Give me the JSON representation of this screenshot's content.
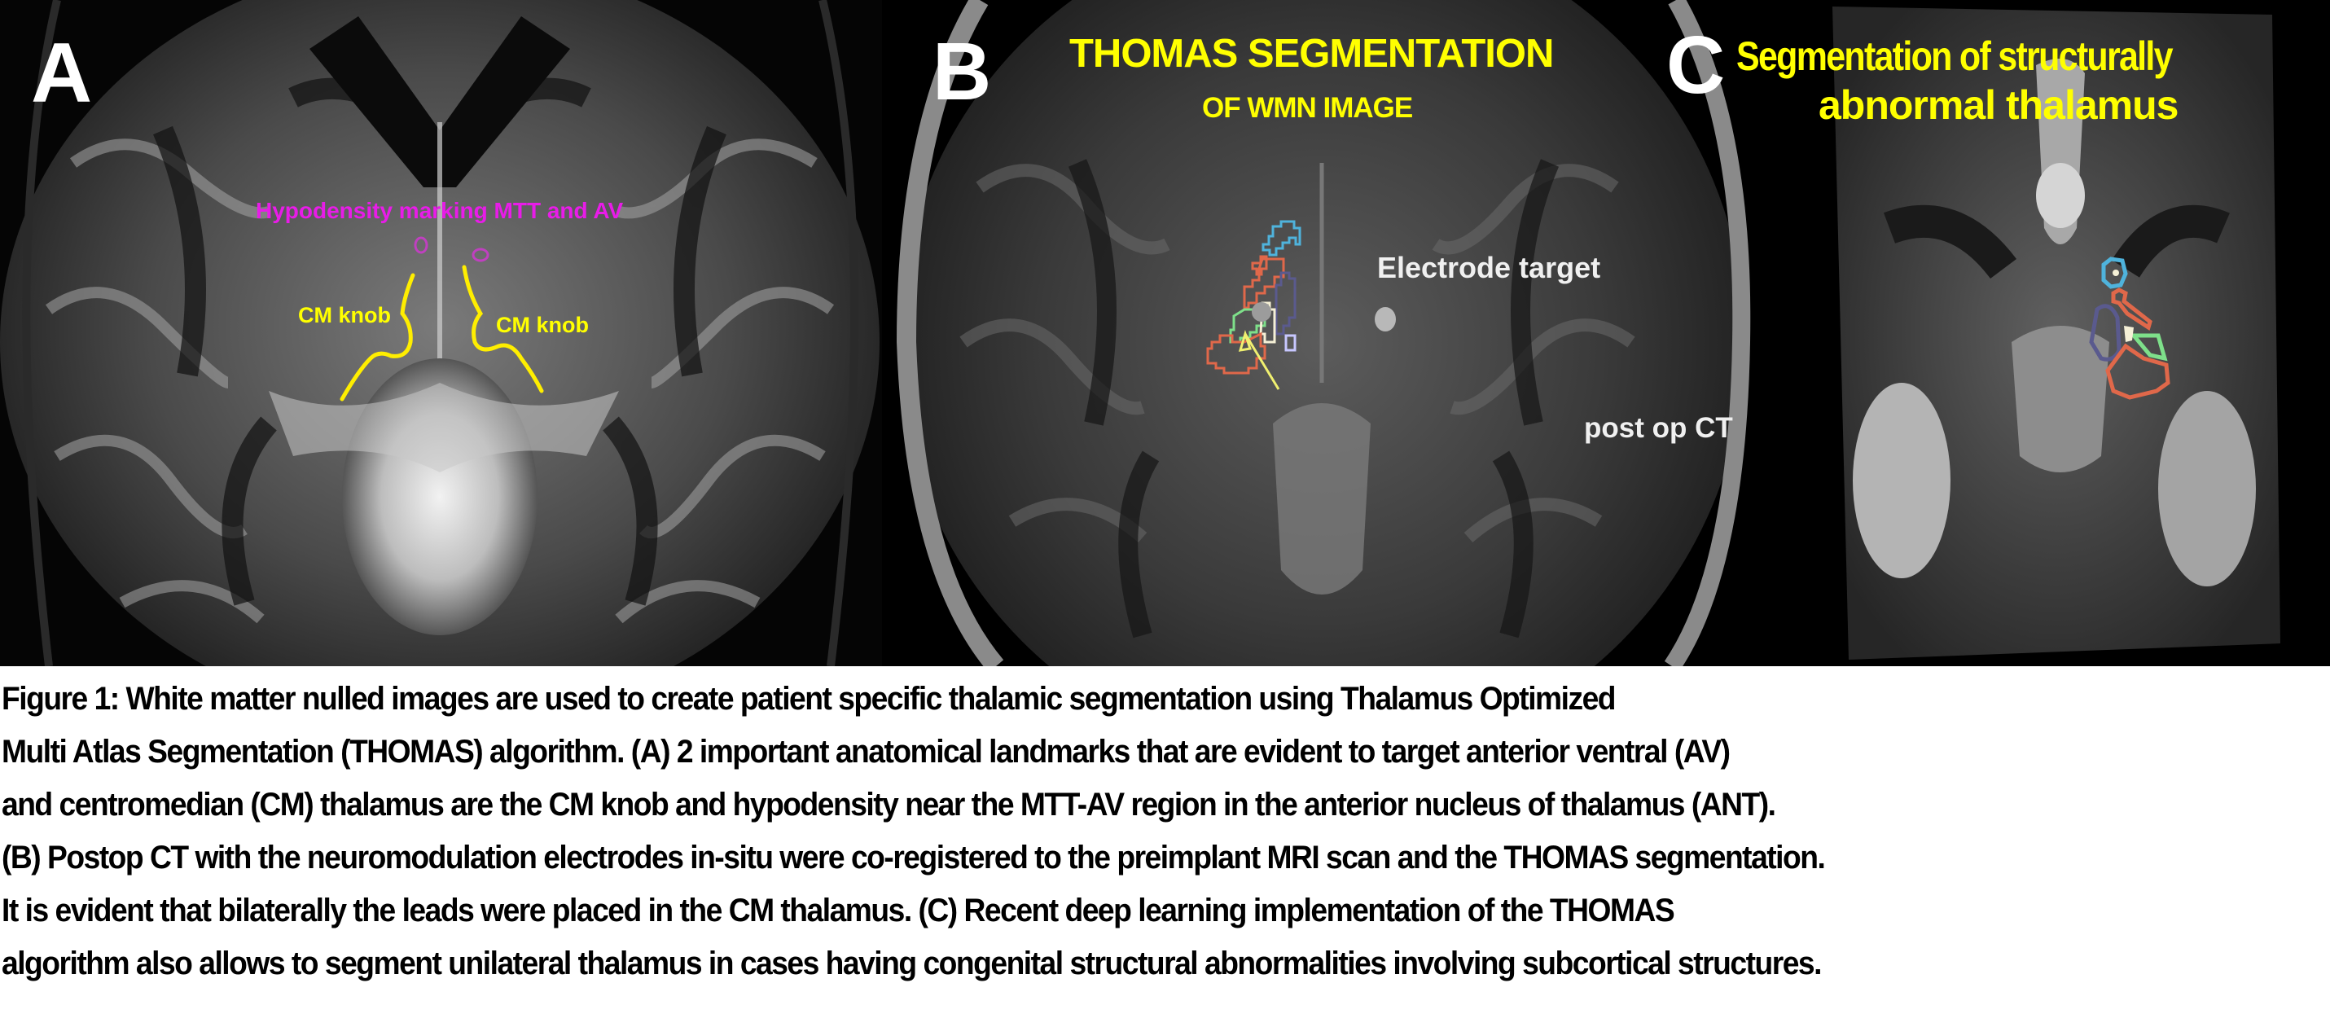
{
  "figure": {
    "panel_a": {
      "letter": "A",
      "annotation_hypodensity": "Hypodensity marking MTT and AV",
      "annotation_cm_left": "CM knob",
      "annotation_cm_right": "CM knob"
    },
    "panel_b": {
      "letter": "B",
      "title_line1": "THOMAS SEGMENTATION",
      "title_line2": "OF WMN IMAGE",
      "annotation_electrode": "Electrode target",
      "annotation_ct": "post op CT"
    },
    "panel_c": {
      "letter": "C",
      "title_line1": "Segmentation of structurally",
      "title_line2": "abnormal thalamus"
    },
    "colors": {
      "annotation_yellow": "#ffff00",
      "annotation_magenta": "#e81ce8",
      "seg_blue": "#4fb3dc",
      "seg_orange": "#e0684a",
      "seg_green": "#7ee08a",
      "seg_navy": "#5a5a8e",
      "seg_cream": "#f5f0d6"
    }
  },
  "caption": {
    "lines": [
      "Figure 1:  White matter nulled images are used to create patient specific thalamic segmentation using Thalamus Optimized",
      "Multi Atlas Segmentation (THOMAS) algorithm. (A) 2 important anatomical  landmarks that are evident to target anterior ventral (AV)",
      "and centromedian (CM) thalamus are the CM knob and hypodensity near the MTT-AV region in the anterior nucleus of thalamus (ANT).",
      "(B) Postop CT with the neuromodulation electrodes in-situ were co-registered to the preimplant MRI scan and the THOMAS segmentation.",
      "It is evident that bilaterally the leads were placed in the CM thalamus. (C) Recent deep learning implementation of the THOMAS",
      "algorithm also allows to segment unilateral thalamus in cases having congenital structural abnormalities involving subcortical structures."
    ]
  }
}
